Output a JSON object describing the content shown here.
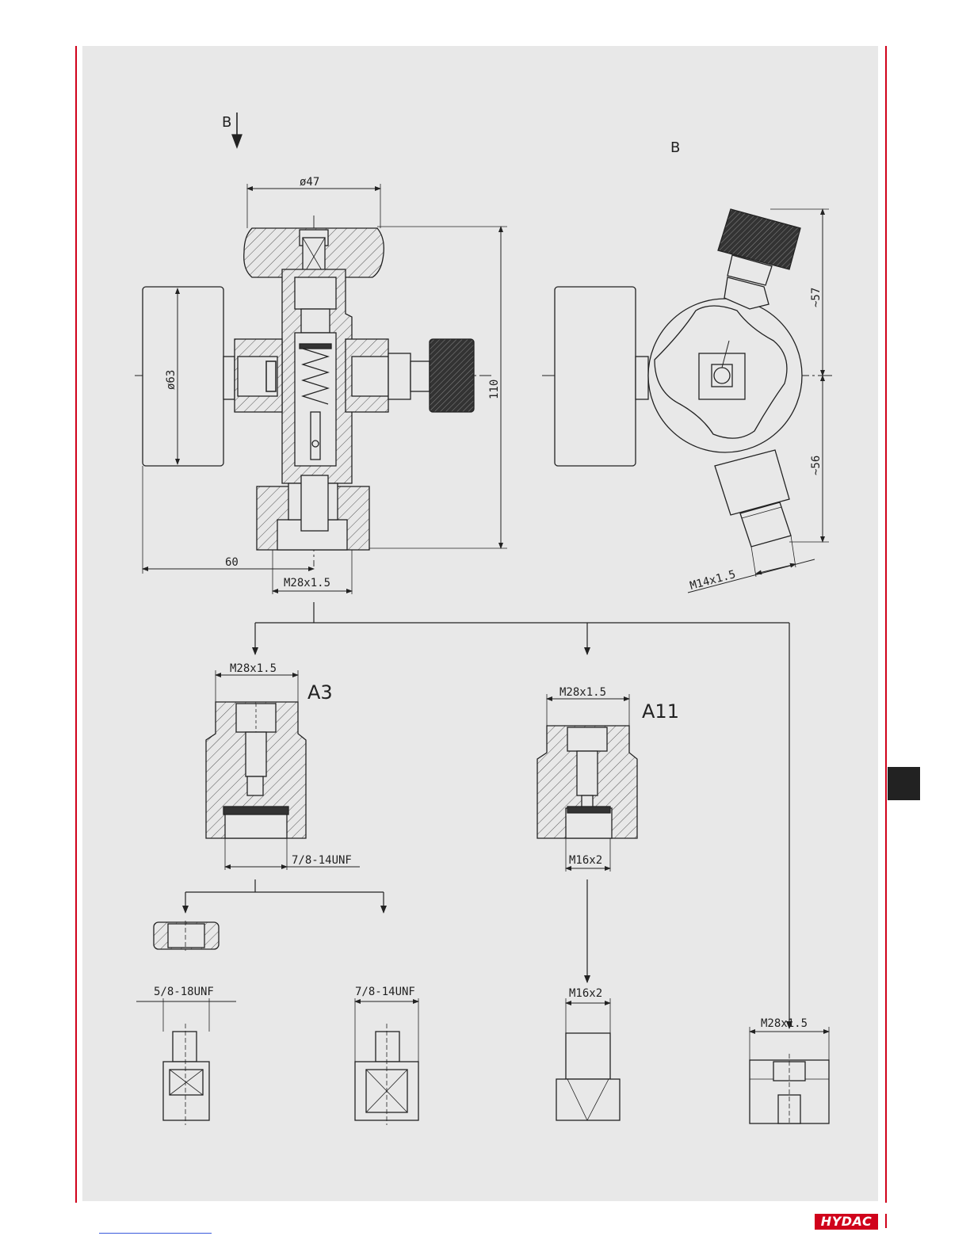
{
  "view_marker": "B",
  "view_label": "B",
  "dims": {
    "dia47": "ø47",
    "dia63": "ø63",
    "height110": "110",
    "width60": "60",
    "m28_main": "M28x1.5",
    "approx57": "~57",
    "approx56": "~56",
    "m14": "M14x1.5",
    "a3_top": "M28x1.5",
    "a3_bottom": "7/8-14UNF",
    "a11_top": "M28x1.5",
    "a11_bottom": "M16x2",
    "adapter1": "5/8-18UNF",
    "adapter2": "7/8-14UNF",
    "adapter3": "M16x2",
    "adapter4": "M28x1.5"
  },
  "labels": {
    "a3": "A3",
    "a11": "A11"
  },
  "brand": {
    "logo": "HYDAC",
    "red": "#d0021b",
    "panel": "#e8e8e8"
  }
}
